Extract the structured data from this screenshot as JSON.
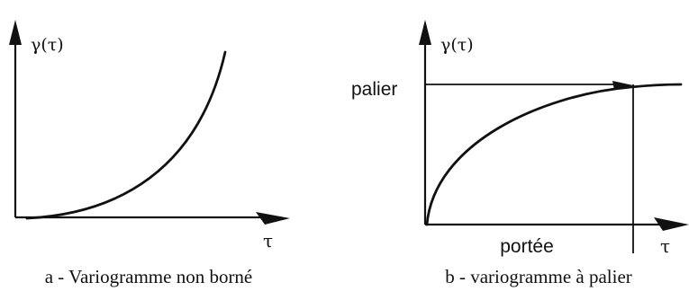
{
  "panel_a": {
    "y_axis_label": "γ(τ)",
    "x_axis_label": "τ",
    "caption": "a - Variogramme non borné"
  },
  "panel_b": {
    "y_axis_label": "γ(τ)",
    "x_axis_label": "τ",
    "sill_label": "palier",
    "range_label": "portée",
    "caption": "b - variogramme à palier"
  }
}
